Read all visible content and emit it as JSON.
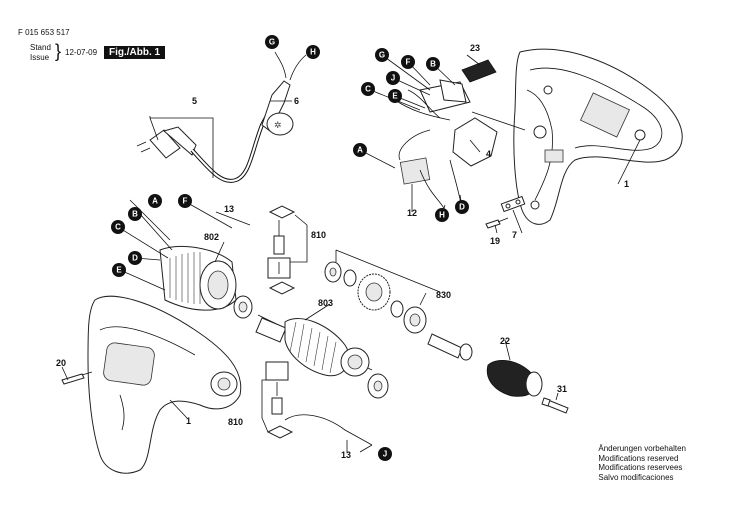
{
  "header": {
    "doc_number": "F 015 653 517",
    "stand_label": "Stand",
    "issue_label": "Issue",
    "date": "12-07-09",
    "figure_label": "Fig./Abb. 1"
  },
  "footer": {
    "lines": [
      "Änderungen vorbehalten",
      "Modifications reserved",
      "Modifications reservees",
      "Salvo modificaciones"
    ]
  },
  "part_numbers": {
    "p1a": "1",
    "p1b": "1",
    "p4": "4",
    "p5": "5",
    "p6": "6",
    "p7": "7",
    "p12": "12",
    "p13a": "13",
    "p13b": "13",
    "p19": "19",
    "p20": "20",
    "p22": "22",
    "p23": "23",
    "p31": "31",
    "p802": "802",
    "p803": "803",
    "p810a": "810",
    "p810b": "810",
    "p830": "830"
  },
  "connector_letters": {
    "G1": "G",
    "H1": "H",
    "G2": "G",
    "F2": "F",
    "B2": "B",
    "J2": "J",
    "C2": "C",
    "E2": "E",
    "A2": "A",
    "H2": "H",
    "D2": "D",
    "A3": "A",
    "F3": "F",
    "B3": "B",
    "C3": "C",
    "D3": "D",
    "E3": "E",
    "J3": "J"
  }
}
